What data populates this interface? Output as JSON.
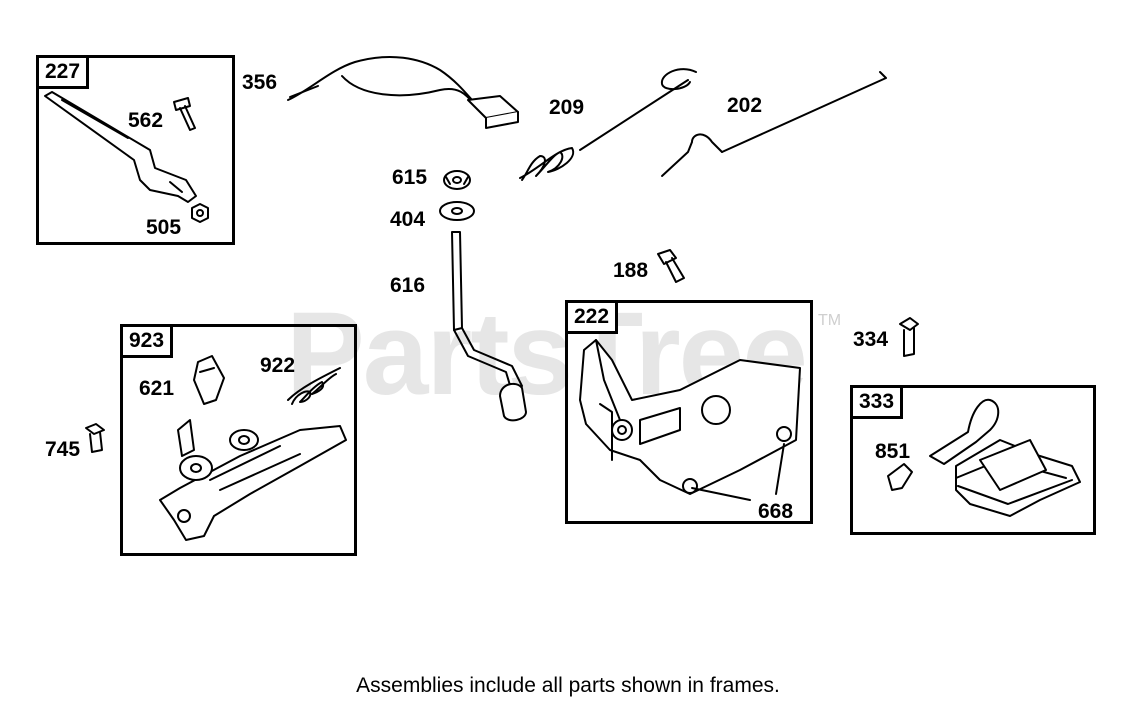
{
  "watermark": {
    "text": "PartsTree",
    "tm": "TM"
  },
  "caption": "Assemblies include all parts shown in frames.",
  "frames": {
    "f227": "227",
    "f923": "923",
    "f222": "222",
    "f333": "333"
  },
  "labels": {
    "p356": "356",
    "p562": "562",
    "p505": "505",
    "p209": "209",
    "p202": "202",
    "p615": "615",
    "p404": "404",
    "p616": "616",
    "p188": "188",
    "p922": "922",
    "p621": "621",
    "p745": "745",
    "p334": "334",
    "p851": "851",
    "p668": "668"
  }
}
